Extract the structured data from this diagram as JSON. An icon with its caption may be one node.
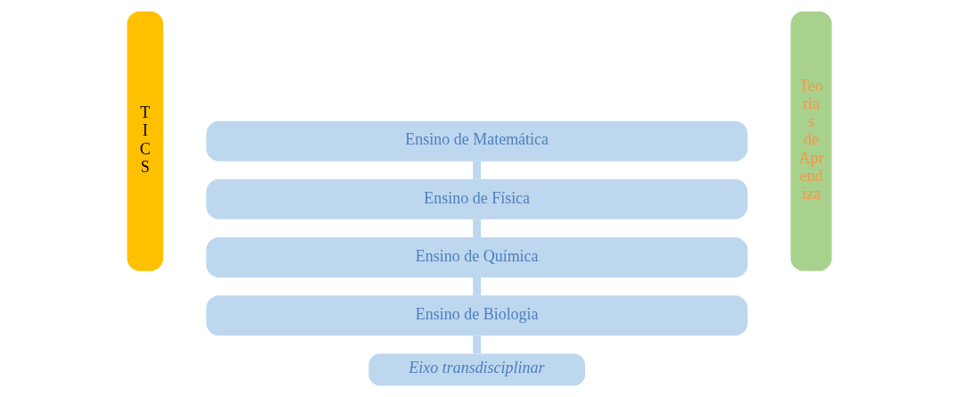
{
  "diagram": {
    "nodes": [
      {
        "text": [
          "TICS"
        ]
      },
      {
        "text": [
          "Ensino de Matemática"
        ]
      },
      {
        "text": [
          "Ensino de Física"
        ]
      },
      {
        "text": [
          "Ensino de Química"
        ]
      },
      {
        "text": [
          "Ensino de Biologia"
        ]
      },
      {
        "text": [
          "Teorias de Aprendiza"
        ]
      },
      {
        "text": [
          "Eixo transdisciplinar"
        ]
      }
    ],
    "edges": [
      {
        "from": 1,
        "to": 2,
        "arrow": "none"
      },
      {
        "from": 2,
        "to": 3,
        "arrow": "none"
      },
      {
        "from": 3,
        "to": 4,
        "arrow": "none"
      },
      {
        "from": 4,
        "to": 6,
        "arrow": "none"
      }
    ]
  }
}
